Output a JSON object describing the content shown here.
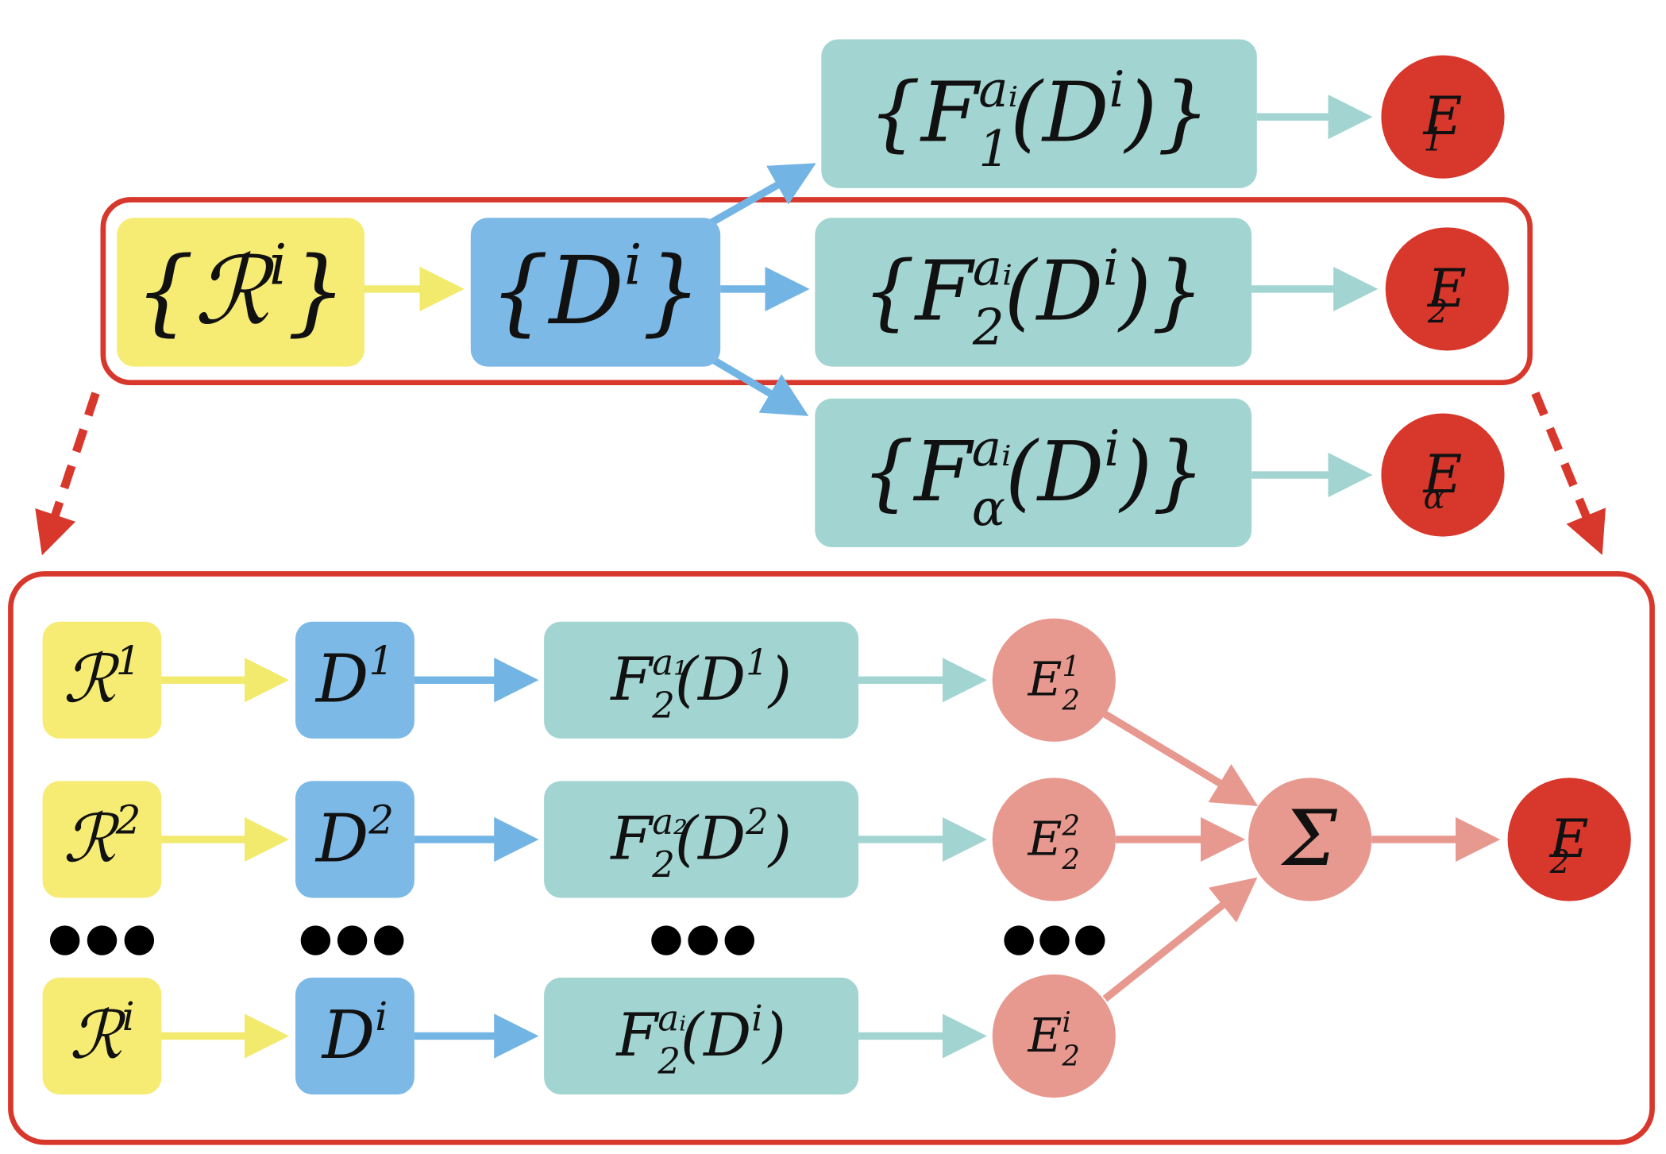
{
  "top": {
    "R": [
      "{",
      "ℛ",
      {
        "sup": "i"
      },
      "}"
    ],
    "D": [
      "{",
      "D",
      {
        "sup": "i"
      },
      "}"
    ],
    "F1": [
      "{",
      "F",
      {
        "sup": "aᵢ"
      },
      {
        "sub": "1"
      },
      "(D",
      {
        "sup": "i"
      },
      ")}"
    ],
    "F2": [
      "{",
      "F",
      {
        "sup": "aᵢ"
      },
      {
        "sub": "2"
      },
      "(D",
      {
        "sup": "i"
      },
      ")}"
    ],
    "Fa": [
      "{",
      "F",
      {
        "sup": "aᵢ"
      },
      {
        "sub": "α"
      },
      "(D",
      {
        "sup": "i"
      },
      ")}"
    ],
    "E1": [
      "E",
      {
        "sub": "1"
      }
    ],
    "E2": [
      "E",
      {
        "sub": "2"
      }
    ],
    "Ea": [
      "E",
      {
        "sub": "α"
      }
    ]
  },
  "bottom": {
    "R1": [
      "ℛ",
      {
        "sup": "1"
      }
    ],
    "R2": [
      "ℛ",
      {
        "sup": "2"
      }
    ],
    "Ri": [
      "ℛ",
      {
        "sup": "i"
      }
    ],
    "D1": [
      "D",
      {
        "sup": "1"
      }
    ],
    "D2": [
      "D",
      {
        "sup": "2"
      }
    ],
    "Di": [
      "D",
      {
        "sup": "i"
      }
    ],
    "F1": [
      "F",
      {
        "sup": "a₁"
      },
      {
        "sub": "2"
      },
      "(D",
      {
        "sup": "1"
      },
      ")"
    ],
    "F2": [
      "F",
      {
        "sup": "a₂"
      },
      {
        "sub": "2"
      },
      "(D",
      {
        "sup": "2"
      },
      ")"
    ],
    "Fi": [
      "F",
      {
        "sup": "aᵢ"
      },
      {
        "sub": "2"
      },
      "(D",
      {
        "sup": "i"
      },
      ")"
    ],
    "E1": [
      "E",
      {
        "sup": "1"
      },
      {
        "sub": "2"
      }
    ],
    "E2": [
      "E",
      {
        "sup": "2"
      },
      {
        "sub": "2"
      }
    ],
    "Ei": [
      "E",
      {
        "sup": "i"
      },
      {
        "sub": "2"
      }
    ],
    "sum": [
      "Σ"
    ],
    "Efinal": [
      "E",
      {
        "sub": "2"
      }
    ]
  },
  "colors": {
    "yellow": "#f6ec74",
    "blue": "#7cb9e6",
    "teal": "#a2d5d2",
    "red": "#d8372c",
    "pink": "#e8998f",
    "yellow_arrow": "#f2ea6c",
    "blue_arrow": "#72b4e4",
    "teal_arrow": "#a2d5d2",
    "pink_arrow": "#e8998f"
  }
}
